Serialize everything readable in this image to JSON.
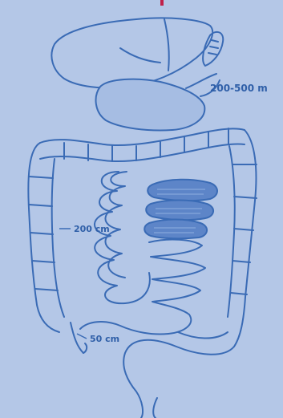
{
  "colors": {
    "background": "#b4c7e7",
    "line": "#3a6bb5",
    "fill_light": "#a6bde3",
    "fill_dark": "#5d85c8",
    "top_mark": "#c0204a"
  },
  "labels": {
    "stomach_range": "200-500 m",
    "small_intestine_length": "200 cm",
    "ileum_length": "50 cm"
  },
  "icons": {
    "figure": "digestive-tract-illustration"
  }
}
